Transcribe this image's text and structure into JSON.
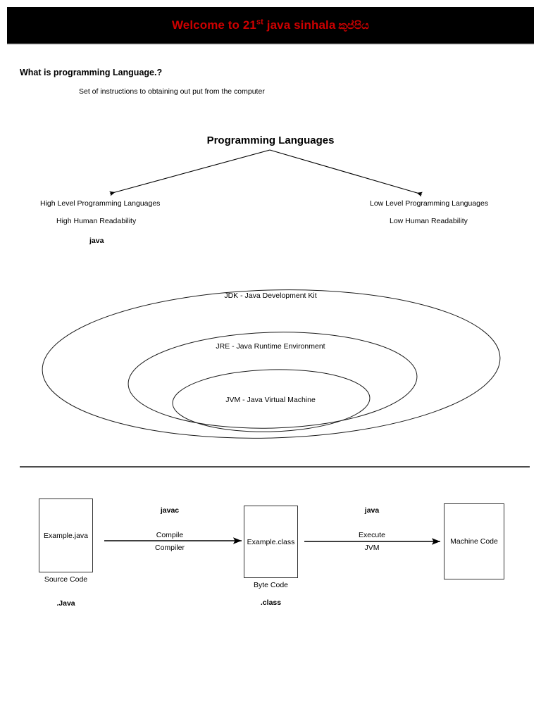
{
  "banner": {
    "title_main": "Welcome to 21",
    "title_sup": "st",
    "title_rest": "java sinhala",
    "title_sinhala": "කුප්පිය",
    "text_color": "#cc0000",
    "background_color": "#000000"
  },
  "question": {
    "title": "What is programming Language.?",
    "answer": "Set of instructions to obtaining out put from the computer"
  },
  "tree": {
    "root": "Programming Languages",
    "left": {
      "title": "High Level Programming Languages",
      "readability": "High Human Readability",
      "example": "java"
    },
    "right": {
      "title": "Low Level Programming Languages",
      "readability": "Low Human Readability"
    }
  },
  "venn": {
    "outer": "JDK - Java Development Kit",
    "middle": "JRE - Java Runtime Environment",
    "inner": "JVM - Java Virtual Machine"
  },
  "flow": {
    "box_source": "Example.java",
    "box_class": "Example.class",
    "box_machine": "Machine Code",
    "caption_source": "Source Code",
    "caption_source_ext": ".Java",
    "caption_byte": "Byte Code",
    "caption_byte_ext": ".class",
    "arrow1_tool": "javac",
    "arrow1_action": "Compile",
    "arrow1_detail": "Compiler",
    "arrow2_tool": "java",
    "arrow2_action": "Execute",
    "arrow2_detail": "JVM"
  }
}
